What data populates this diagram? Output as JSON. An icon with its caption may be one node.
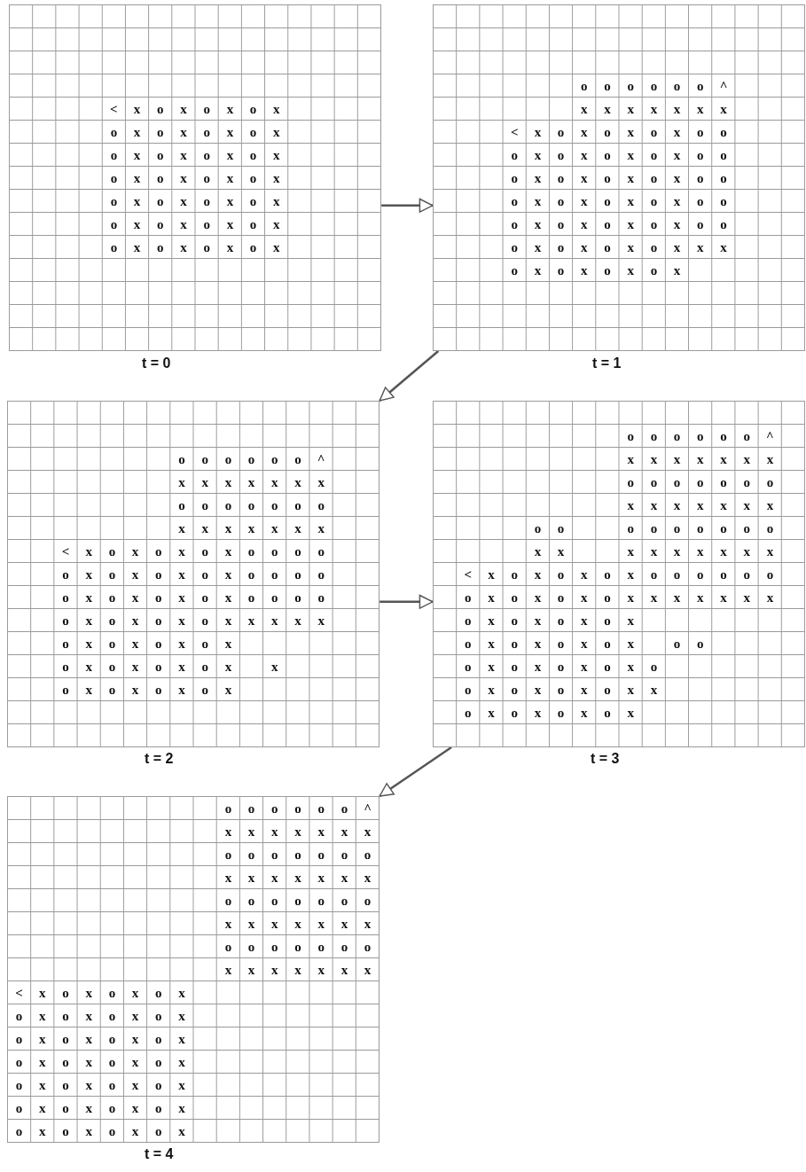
{
  "diagram": {
    "nodes": [
      {
        "text": [
          "<",
          "x",
          "o",
          "x",
          "o",
          "x",
          "o",
          "x",
          "o",
          "x",
          "o",
          "x",
          "o",
          "x",
          "o",
          "x",
          "o",
          "x",
          "o",
          "x",
          "o",
          "x",
          "o",
          "x",
          "o",
          "x",
          "o",
          "x",
          "o",
          "x",
          "o",
          "x",
          "o",
          "x",
          "o",
          "x",
          "o",
          "x",
          "o",
          "x",
          "o",
          "x",
          "o",
          "x",
          "o",
          "x",
          "o",
          "x",
          "o",
          "x",
          "o",
          "x",
          "o",
          "x",
          "o",
          "x"
        ],
        "beside": [
          "t = 0"
        ]
      },
      {
        "text": [
          "o",
          "o",
          "o",
          "o",
          "o",
          "o",
          "^",
          "x",
          "x",
          "x",
          "x",
          "x",
          "x",
          "x",
          "<",
          "x",
          "o",
          "x",
          "o",
          "x",
          "o",
          "x",
          "o",
          "o",
          "o",
          "x",
          "o",
          "x",
          "o",
          "x",
          "o",
          "x",
          "o",
          "o",
          "o",
          "x",
          "o",
          "x",
          "o",
          "x",
          "o",
          "x",
          "o",
          "o",
          "o",
          "x",
          "o",
          "x",
          "o",
          "x",
          "o",
          "x",
          "o",
          "o",
          "o",
          "x",
          "o",
          "x",
          "o",
          "x",
          "o",
          "x",
          "o",
          "o",
          "o",
          "x",
          "o",
          "x",
          "o",
          "x",
          "o",
          "x",
          "x",
          "x",
          "o",
          "x",
          "o",
          "x",
          "o",
          "x",
          "o",
          "x"
        ],
        "beside": [
          "t = 1"
        ]
      },
      {
        "text": [
          "o",
          "o",
          "o",
          "o",
          "o",
          "o",
          "^",
          "x",
          "x",
          "x",
          "x",
          "x",
          "x",
          "x",
          "o",
          "o",
          "o",
          "o",
          "o",
          "o",
          "o",
          "x",
          "x",
          "x",
          "x",
          "x",
          "x",
          "x",
          "<",
          "x",
          "o",
          "x",
          "o",
          "x",
          "o",
          "x",
          "o",
          "o",
          "o",
          "o",
          "o",
          "x",
          "o",
          "x",
          "o",
          "x",
          "o",
          "x",
          "o",
          "o",
          "o",
          "o",
          "o",
          "x",
          "o",
          "x",
          "o",
          "x",
          "o",
          "x",
          "o",
          "o",
          "o",
          "o",
          "o",
          "x",
          "o",
          "x",
          "o",
          "x",
          "o",
          "x",
          "x",
          "x",
          "x",
          "x",
          "o",
          "x",
          "o",
          "x",
          "o",
          "x",
          "o",
          "x",
          "o",
          "x",
          "o",
          "x",
          "o",
          "x",
          "o",
          "x",
          "x",
          "o",
          "x",
          "o",
          "x",
          "o",
          "x",
          "o",
          "x"
        ],
        "beside": [
          "t = 2"
        ]
      },
      {
        "text": [
          "o",
          "o",
          "o",
          "o",
          "o",
          "o",
          "^",
          "x",
          "x",
          "x",
          "x",
          "x",
          "x",
          "x",
          "o",
          "o",
          "o",
          "o",
          "o",
          "o",
          "o",
          "x",
          "x",
          "x",
          "x",
          "x",
          "x",
          "x",
          "o",
          "o",
          "o",
          "o",
          "o",
          "o",
          "o",
          "o",
          "o",
          "x",
          "x",
          "x",
          "x",
          "x",
          "x",
          "x",
          "x",
          "x",
          "<",
          "x",
          "o",
          "x",
          "o",
          "x",
          "o",
          "x",
          "o",
          "o",
          "o",
          "o",
          "o",
          "o",
          "o",
          "x",
          "o",
          "x",
          "o",
          "x",
          "o",
          "x",
          "x",
          "x",
          "x",
          "x",
          "x",
          "x",
          "o",
          "x",
          "o",
          "x",
          "o",
          "x",
          "o",
          "x",
          "o",
          "x",
          "o",
          "x",
          "o",
          "x",
          "o",
          "x",
          "o",
          "o",
          "o",
          "x",
          "o",
          "x",
          "o",
          "x",
          "o",
          "x",
          "o",
          "o",
          "x",
          "o",
          "x",
          "o",
          "x",
          "o",
          "x",
          "x",
          "o",
          "x",
          "o",
          "x",
          "o",
          "x",
          "o",
          "x"
        ],
        "beside": [
          "t = 3"
        ]
      },
      {
        "text": [
          "o",
          "o",
          "o",
          "o",
          "o",
          "o",
          "^",
          "x",
          "x",
          "x",
          "x",
          "x",
          "x",
          "x",
          "o",
          "o",
          "o",
          "o",
          "o",
          "o",
          "o",
          "x",
          "x",
          "x",
          "x",
          "x",
          "x",
          "x",
          "o",
          "o",
          "o",
          "o",
          "o",
          "o",
          "o",
          "x",
          "x",
          "x",
          "x",
          "x",
          "x",
          "x",
          "o",
          "o",
          "o",
          "o",
          "o",
          "o",
          "o",
          "x",
          "x",
          "x",
          "x",
          "x",
          "x",
          "x",
          "<",
          "x",
          "o",
          "x",
          "o",
          "x",
          "o",
          "x",
          "o",
          "x",
          "o",
          "x",
          "o",
          "x",
          "o",
          "x",
          "o",
          "x",
          "o",
          "x",
          "o",
          "x",
          "o",
          "x",
          "o",
          "x",
          "o",
          "x",
          "o",
          "x",
          "o",
          "x",
          "o",
          "x",
          "o",
          "x",
          "o",
          "x",
          "o",
          "x",
          "o",
          "x",
          "o",
          "x",
          "o",
          "x",
          "o",
          "x",
          "o",
          "x",
          "o",
          "x",
          "o",
          "x",
          "o",
          "x"
        ],
        "beside": [
          "t = 4"
        ]
      }
    ],
    "edges": [
      {
        "from": 0,
        "to": 1,
        "arrow": "to"
      },
      {
        "from": 1,
        "to": 2,
        "arrow": "to"
      },
      {
        "from": 2,
        "to": 3,
        "arrow": "to"
      },
      {
        "from": 3,
        "to": 4,
        "arrow": "to"
      }
    ]
  }
}
